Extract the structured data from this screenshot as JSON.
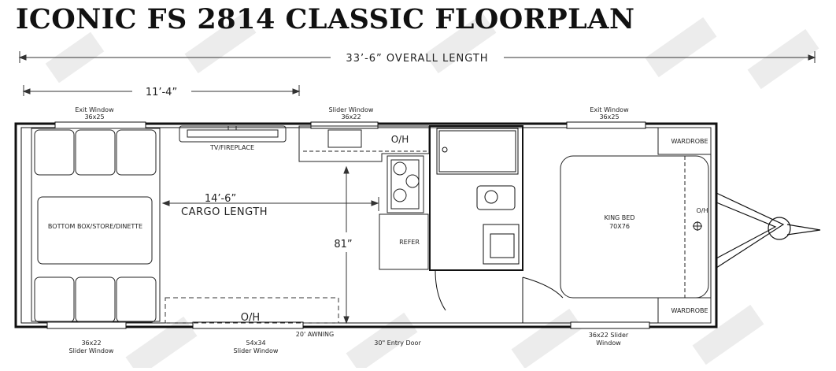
{
  "title": "ICONIC FS 2814 CLASSIC FLOORPLAN",
  "dimensions": {
    "overall": "33’-6” OVERALL LENGTH",
    "front_section": "11’-4”",
    "cargo_length": "14’-6”",
    "cargo_length_label": "CARGO LENGTH",
    "width": "81”"
  },
  "windows": {
    "exit_left": {
      "name": "Exit Window",
      "size": "36x25"
    },
    "slider_top": {
      "name": "Slider Window",
      "size": "36x22"
    },
    "exit_right": {
      "name": "Exit Window",
      "size": "36x25"
    },
    "slider_bottom_left": {
      "size": "36x22",
      "name": "Slider Window"
    },
    "slider_bottom_mid": {
      "size": "54x34",
      "name": "Slider Window"
    },
    "slider_bottom_right": {
      "size": "36x22 Slider",
      "name": "Window"
    }
  },
  "labels": {
    "tv": "TV/FIREPLACE",
    "oh_galley": "O/H",
    "oh_bottom": "O/H",
    "oh_front": "O/H",
    "refer": "REFER",
    "bunk": "BOTTOM BOX/STORE/DINETTE",
    "bed_name": "KING BED",
    "bed_size": "70X76",
    "wardrobe_top": "WARDROBE",
    "wardrobe_bottom": "WARDROBE",
    "awning": "20' AWNING",
    "entry_door": "30\" Entry Door"
  }
}
